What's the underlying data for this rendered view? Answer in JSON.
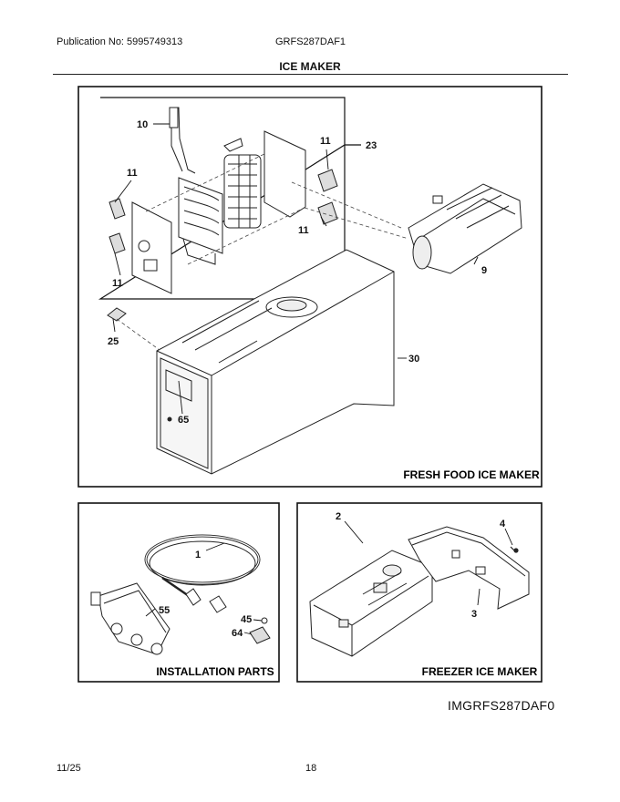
{
  "header": {
    "publication": "Publication No: 5995749313",
    "model": "GRFS287DAF1",
    "section_title": "ICE MAKER"
  },
  "panels": {
    "fresh_food": {
      "title": "FRESH FOOD ICE MAKER"
    },
    "installation": {
      "title": "INSTALLATION PARTS"
    },
    "freezer": {
      "title": "FREEZER ICE MAKER"
    }
  },
  "callouts": {
    "fresh_food": [
      "10",
      "11",
      "23",
      "11",
      "11",
      "11",
      "9",
      "25",
      "30",
      "65"
    ],
    "installation": [
      "1",
      "55",
      "45",
      "64"
    ],
    "freezer": [
      "2",
      "4",
      "3"
    ]
  },
  "image_code": "IMGRFS287DAF0",
  "footer": {
    "date": "11/25",
    "page": "18"
  }
}
